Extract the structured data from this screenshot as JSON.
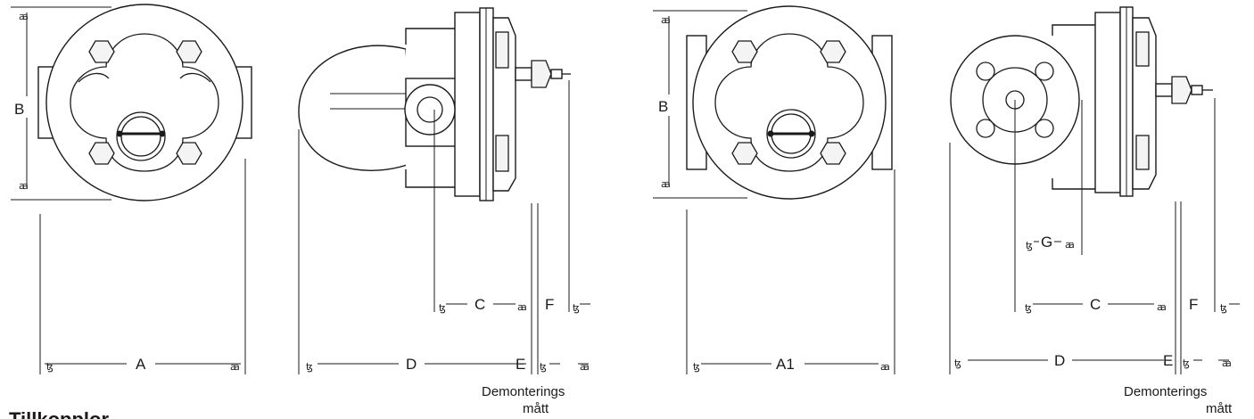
{
  "figure": {
    "dimension_labels": {
      "a": "A",
      "a1": "A1",
      "b_left": "B",
      "b_right": "B",
      "c_left": "C",
      "c_right": "C",
      "d_left": "D",
      "d_right": "D",
      "e_left": "E",
      "e_right": "E",
      "f_left": "F",
      "f_right": "F",
      "g": "G"
    },
    "arrow_glyphs": {
      "start": "ꜩ",
      "end": "ꜳ"
    },
    "notes": {
      "left_line1": "Demonterings",
      "left_line2": "mått",
      "right_line1": "Demonterings",
      "right_line2": "mått"
    },
    "truncated_caption": "Tillkopplor"
  }
}
